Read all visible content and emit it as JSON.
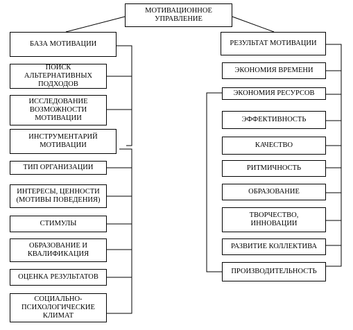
{
  "root": "МОТИВАЦИОННОЕ\nУПРАВЛЕНИЕ",
  "left": {
    "base": "БАЗА МОТИВАЦИИ",
    "base_items": [
      "ПОИСК\nАЛЬТЕРНАТИВНЫХ\nПОДХОДОВ",
      "ИССЛЕДОВАНИЕ\nВОЗМОЖНОСТИ\nМОТИВАЦИИ"
    ],
    "tools": "ИНСТРУМЕНТАРИЙ\nМОТИВАЦИИ",
    "tool_items": [
      "ТИП ОРГАНИЗАЦИИ",
      "ИНТЕРЕСЫ, ЦЕННОСТИ\n(МОТИВЫ ПОВЕДЕНИЯ)",
      "СТИМУЛЫ",
      "ОБРАЗОВАНИЕ И\nКВАЛИФИКАЦИЯ",
      "ОЦЕНКА РЕЗУЛЬТАТОВ",
      "СОЦИАЛЬНО-\nПСИХОЛОГИЧЕСКИЕ\nКЛИМАТ"
    ]
  },
  "right": {
    "result": "РЕЗУЛЬТАТ МОТИВАЦИИ",
    "items": [
      "ЭКОНОМИЯ ВРЕМЕНИ",
      "ЭКОНОМИЯ РЕСУРСОВ",
      "ЭФФЕКТИВНОСТЬ",
      "КАЧЕСТВО",
      "РИТМИЧНОСТЬ",
      "ОБРАЗОВАНИЕ",
      "ТВОРЧЕСТВО,\nИННОВАЦИИ",
      "РАЗВИТИЕ КОЛЛЕКТИВА",
      "ПРОИЗВОДИТЕЛЬНОСТЬ"
    ]
  }
}
